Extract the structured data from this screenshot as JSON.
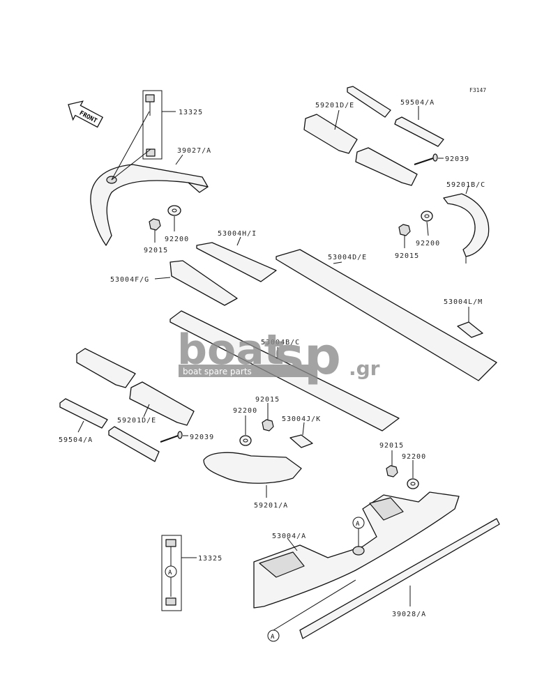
{
  "diagram_code": "F3147",
  "front_label": "FRONT",
  "callout_letter": "A",
  "watermark": {
    "brand_main": "boat",
    "brand_sp": "sp",
    "brand_tld": ".gr",
    "tagline": "boat spare parts",
    "color": "#8a8a8a"
  },
  "labels": {
    "p13325_top": "13325",
    "p39027": "39027/A",
    "p92200_left": "92200",
    "p92015_left": "92015",
    "p53004hi": "53004H/I",
    "p53004fg": "53004F/G",
    "p59201de_top": "59201D/E",
    "p59504_top": "59504/A",
    "p92039_top": "92039",
    "p59201bc": "59201B/C",
    "p92200_right": "92200",
    "p92015_right": "92015",
    "p53004de": "53004D/E",
    "p53004lm": "53004L/M",
    "p53004bc": "53004B/C",
    "p92015_mid": "92015",
    "p92200_mid": "92200",
    "p53004jk": "53004J/K",
    "p59201de_bot": "59201D/E",
    "p59504_bot": "59504/A",
    "p92039_bot": "92039",
    "p59201a": "59201/A",
    "p92015_low": "92015",
    "p92200_low": "92200",
    "p53004a": "53004/A",
    "p13325_bot": "13325",
    "p39028": "39028/A"
  }
}
